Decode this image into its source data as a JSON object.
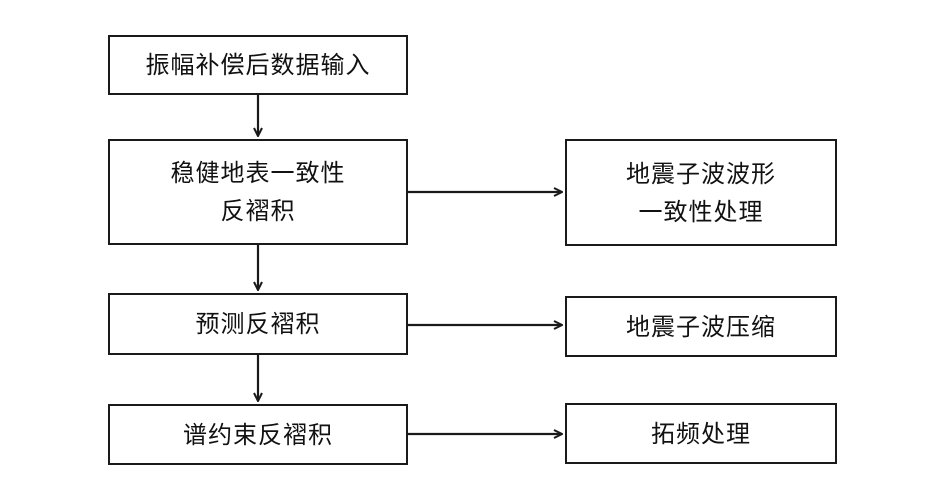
{
  "left_column": {
    "input": {
      "text": "振幅补偿后数据输入"
    },
    "robust_decon": {
      "line1": "稳健地表一致性",
      "line2": "反褶积"
    },
    "predictive_decon": {
      "text": "预测反褶积"
    },
    "spectral_decon": {
      "text": "谱约束反褶积"
    }
  },
  "right_column": {
    "wavelet_consistency": {
      "line1": "地震子波波形",
      "line2": "一致性处理"
    },
    "wavelet_compression": {
      "text": "地震子波压缩"
    },
    "bandwidth_extension": {
      "text": "拓频处理"
    }
  }
}
